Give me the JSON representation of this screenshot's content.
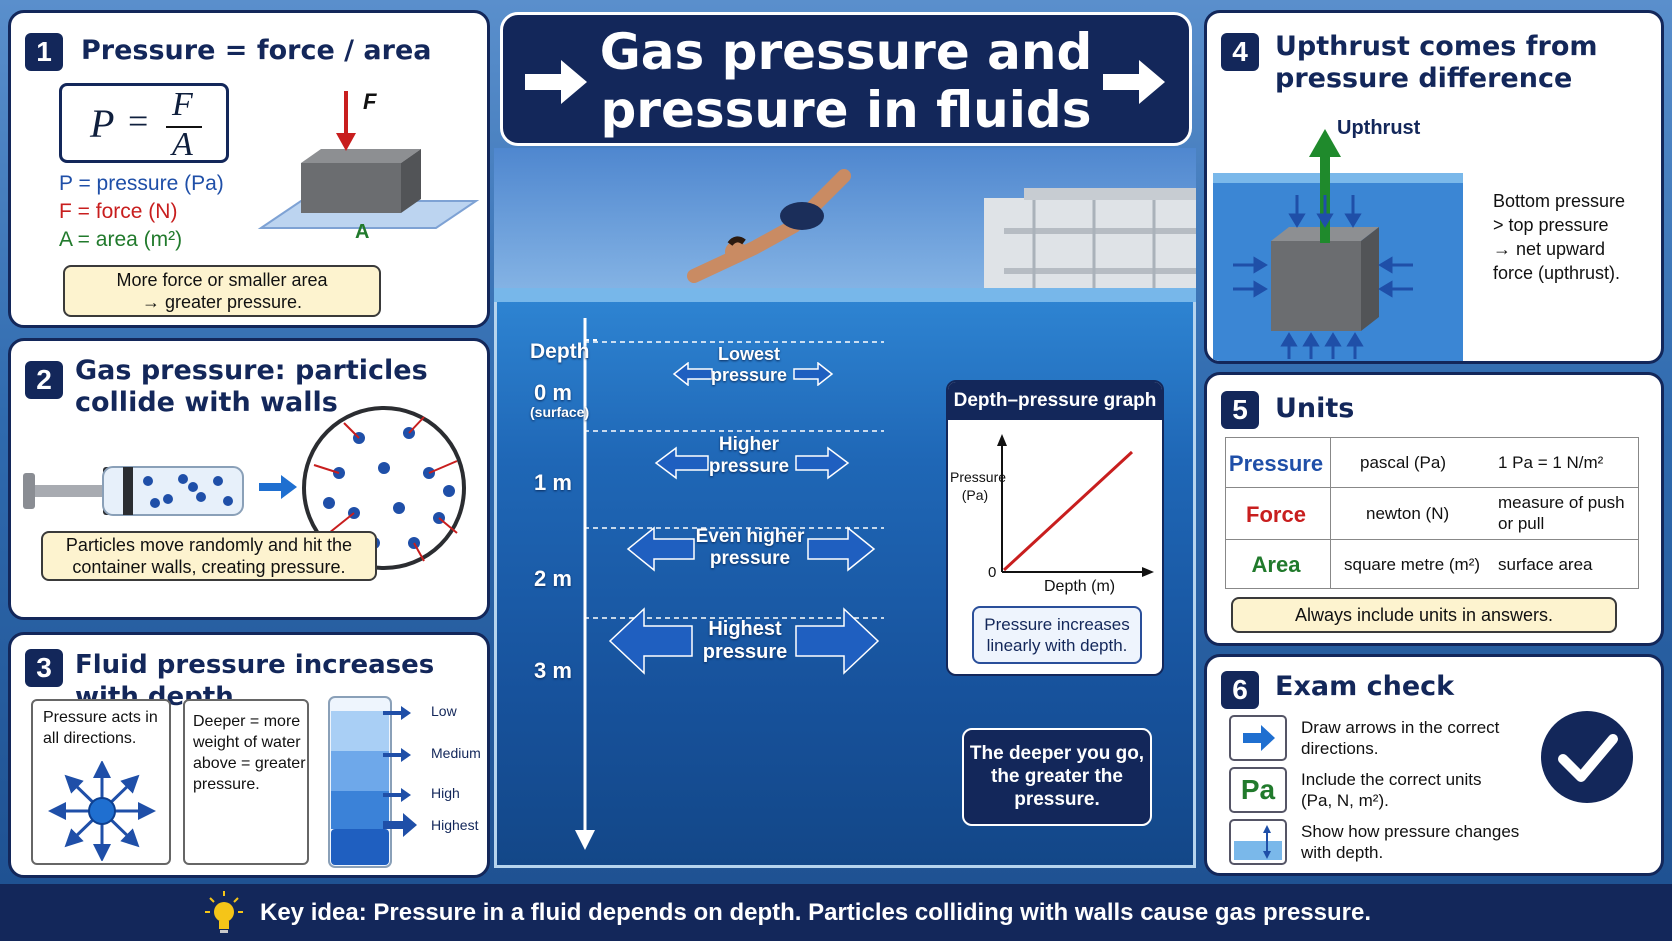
{
  "title": {
    "line1": "Gas pressure and",
    "line2": "pressure in fluids"
  },
  "panel1": {
    "num": "1",
    "title": "Pressure = force / area",
    "formula_p": "P",
    "formula_eq": "=",
    "formula_f": "F",
    "formula_a": "A",
    "label_f": "F",
    "label_a": "A",
    "legend": [
      "P = pressure (Pa)",
      "F = force (N)",
      "A = area (m²)"
    ],
    "note_line1": "More force or smaller area",
    "note_line2": "→ greater pressure."
  },
  "panel2": {
    "num": "2",
    "title_line1": "Gas pressure: particles",
    "title_line2": "collide with walls",
    "note_line1": "Particles move randomly and hit the",
    "note_line2": "container walls, creating pressure."
  },
  "panel3": {
    "num": "3",
    "title": "Fluid pressure increases with depth",
    "box1_line1": "Pressure acts in",
    "box1_line2": "all directions.",
    "box2": [
      "Deeper = more",
      "weight of water",
      "above = greater",
      "pressure."
    ],
    "levels": [
      "Low",
      "Medium",
      "High",
      "Highest"
    ]
  },
  "pool": {
    "depth_title": "Depth",
    "depths": [
      "0 m",
      "1 m",
      "2 m",
      "3 m"
    ],
    "surface": "(surface)",
    "pressures": [
      {
        "line1": "Lowest",
        "line2": "pressure"
      },
      {
        "line1": "Higher",
        "line2": "pressure"
      },
      {
        "line1": "Even higher",
        "line2": "pressure"
      },
      {
        "line1": "Highest",
        "line2": "pressure"
      }
    ],
    "callout_line1": "The deeper you go,",
    "callout_line2": "the greater the",
    "callout_line3": "pressure."
  },
  "graph": {
    "title": "Depth–pressure graph",
    "ylabel_line1": "Pressure",
    "ylabel_line2": "(Pa)",
    "xlabel": "Depth (m)",
    "origin": "0",
    "note_line1": "Pressure increases",
    "note_line2": "linearly with depth."
  },
  "chart_data": {
    "type": "line",
    "title": "Depth–pressure graph",
    "xlabel": "Depth (m)",
    "ylabel": "Pressure (Pa)",
    "x": [
      0,
      1
    ],
    "series": [
      {
        "values": [
          0,
          1
        ]
      }
    ],
    "grid": false
  },
  "panel4": {
    "num": "4",
    "title_line1": "Upthrust comes from",
    "title_line2": "pressure difference",
    "upthrust": "Upthrust",
    "text": [
      "Bottom pressure",
      "> top pressure",
      "→ net upward",
      "force (upthrust)."
    ]
  },
  "panel5": {
    "num": "5",
    "title": "Units",
    "rows": [
      {
        "name": "Pressure",
        "unit": "pascal (Pa)",
        "desc_line1": "1 Pa = 1 N/m²",
        "desc_line2": "",
        "color": "#1f4fa8"
      },
      {
        "name": "Force",
        "unit": "newton (N)",
        "desc_line1": "measure of push",
        "desc_line2": "or pull",
        "color": "#c81e1e"
      },
      {
        "name": "Area",
        "unit": "square metre (m²)",
        "desc_line1": "surface area",
        "desc_line2": "",
        "color": "#217a2c"
      }
    ],
    "note": "Always include units in answers."
  },
  "panel6": {
    "num": "6",
    "title": "Exam check",
    "pa_icon": "Pa",
    "items": [
      {
        "line1": "Draw arrows in the correct",
        "line2": "directions."
      },
      {
        "line1": "Include the correct units",
        "line2": "(Pa, N, m²)."
      },
      {
        "line1": "Show how pressure changes",
        "line2": "with depth."
      }
    ]
  },
  "footer": {
    "text": "Key idea: Pressure in a fluid depends on depth. Particles colliding with walls cause gas pressure."
  },
  "colors": {
    "navy": "#13275a",
    "red": "#c81e1e",
    "green": "#217a2c",
    "blue": "#1f4fa8",
    "note": "#fdf3cf"
  }
}
